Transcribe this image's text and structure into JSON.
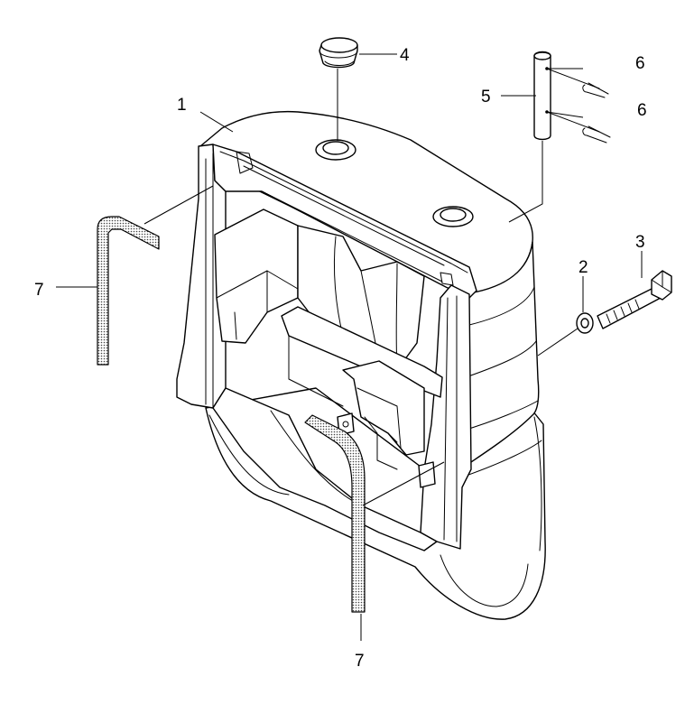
{
  "figure": {
    "type": "exploded-parts-diagram",
    "line_color": "#000000",
    "background_color": "#ffffff",
    "callouts": [
      {
        "id": "callout-1",
        "number": "1"
      },
      {
        "id": "callout-2",
        "number": "2"
      },
      {
        "id": "callout-3",
        "number": "3"
      },
      {
        "id": "callout-4",
        "number": "4"
      },
      {
        "id": "callout-5",
        "number": "5"
      },
      {
        "id": "callout-6a",
        "number": "6"
      },
      {
        "id": "callout-6b",
        "number": "6"
      },
      {
        "id": "callout-7a",
        "number": "7"
      },
      {
        "id": "callout-7b",
        "number": "7"
      }
    ]
  }
}
